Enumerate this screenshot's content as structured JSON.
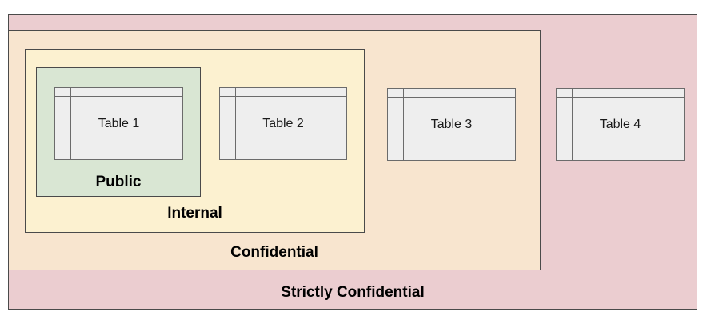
{
  "zones": {
    "strictly_confidential": {
      "label": "Strictly Confidential",
      "color": "#ebcdd0"
    },
    "confidential": {
      "label": "Confidential",
      "color": "#f8e5cf"
    },
    "internal": {
      "label": "Internal",
      "color": "#fcf1d0"
    },
    "public": {
      "label": "Public",
      "color": "#d9e6d3"
    }
  },
  "tables": [
    {
      "label": "Table 1",
      "zone": "public"
    },
    {
      "label": "Table 2",
      "zone": "internal"
    },
    {
      "label": "Table 3",
      "zone": "confidential"
    },
    {
      "label": "Table 4",
      "zone": "strictly_confidential"
    }
  ],
  "table_fill": "#eeeeee"
}
